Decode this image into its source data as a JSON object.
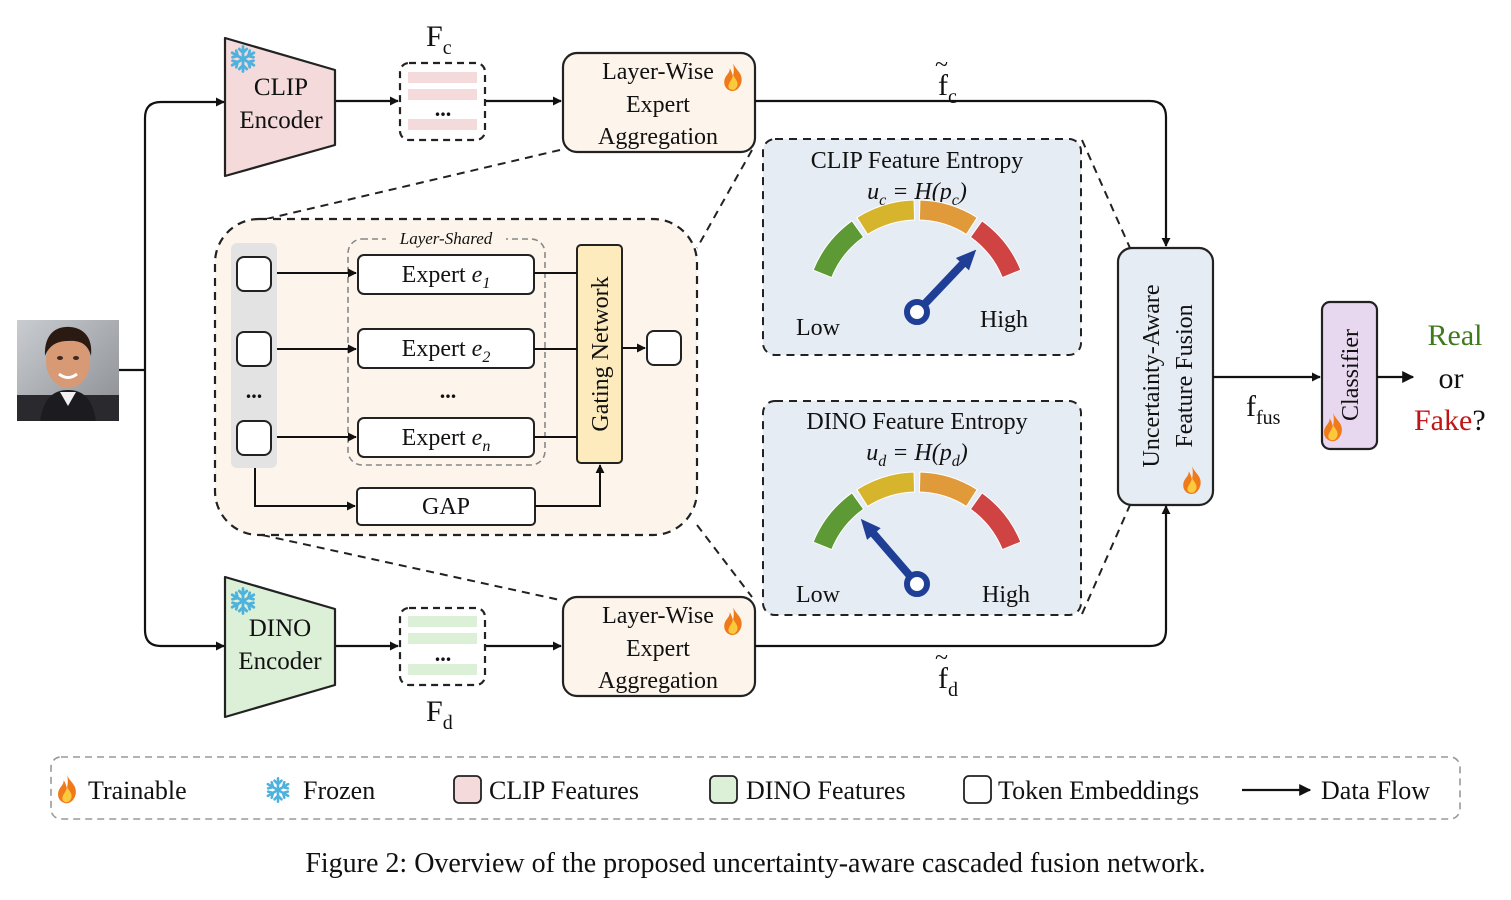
{
  "colors": {
    "clip_feature": "#f5dadb",
    "dino_feature": "#dcf0d8",
    "module_fill": "#fdf5ec",
    "panel_fill": "#e6ecf4",
    "gating_fill": "#fdeabd",
    "classifier_fill": "#e8d8ef",
    "gauge_green": "#5d9a36",
    "gauge_yellow": "#d6b42c",
    "gauge_orange": "#e09a3a",
    "gauge_red": "#cf4343",
    "needle": "#1f3f96",
    "real_text": "#3d7a1e",
    "fake_text": "#c01515"
  },
  "icons": {
    "input_image": "face-photo-icon",
    "trainable": "flame-icon",
    "frozen": "snowflake-icon"
  },
  "encoders": {
    "clip": {
      "line1": "CLIP",
      "line2": "Encoder"
    },
    "dino": {
      "line1": "DINO",
      "line2": "Encoder"
    }
  },
  "features": {
    "clip_label_main": "F",
    "clip_label_sub": "c",
    "dino_label_main": "F",
    "dino_label_sub": "d",
    "dots": "..."
  },
  "aggregation": {
    "line1": "Layer-Wise",
    "line2": "Expert",
    "line3": "Aggregation"
  },
  "moe": {
    "layer_shared": "Layer-Shared",
    "expert_prefix": "Expert ",
    "experts": [
      {
        "var": "e",
        "sub": "1"
      },
      {
        "var": "e",
        "sub": "2"
      },
      {
        "var": "e",
        "sub": "n"
      }
    ],
    "dots": "...",
    "gating": "Gating Network",
    "gap": "GAP"
  },
  "outputs": {
    "fc_main": "f",
    "fc_tilde": "~",
    "fc_sub": "c",
    "fd_main": "f",
    "fd_tilde": "~",
    "fd_sub": "d",
    "ffus_main": "f",
    "ffus_sub": "fus"
  },
  "entropy": {
    "clip": {
      "title": "CLIP Feature Entropy",
      "eq_var": "u",
      "eq_sub": "c",
      "eq_mid": " = H(p",
      "eq_arg_sub": "c",
      "eq_end": ")",
      "low": "Low",
      "high": "High",
      "level": 0.82
    },
    "dino": {
      "title": "DINO Feature Entropy",
      "eq_var": "u",
      "eq_sub": "d",
      "eq_mid": " = H(p",
      "eq_arg_sub": "d",
      "eq_end": ")",
      "low": "Low",
      "high": "High",
      "level": 0.2
    }
  },
  "fusion": {
    "line1": "Uncertainty-Aware",
    "line2": "Feature Fusion"
  },
  "classifier": {
    "label": "Classifier"
  },
  "result": {
    "real": "Real",
    "or": "or",
    "fake": "Fake",
    "q": "?"
  },
  "legend": {
    "trainable": "Trainable",
    "frozen": "Frozen",
    "clip_features": "CLIP Features",
    "dino_features": "DINO Features",
    "token_embeddings": "Token Embeddings",
    "data_flow": "Data Flow"
  },
  "caption": "Figure 2: Overview of the proposed uncertainty-aware cascaded fusion network."
}
